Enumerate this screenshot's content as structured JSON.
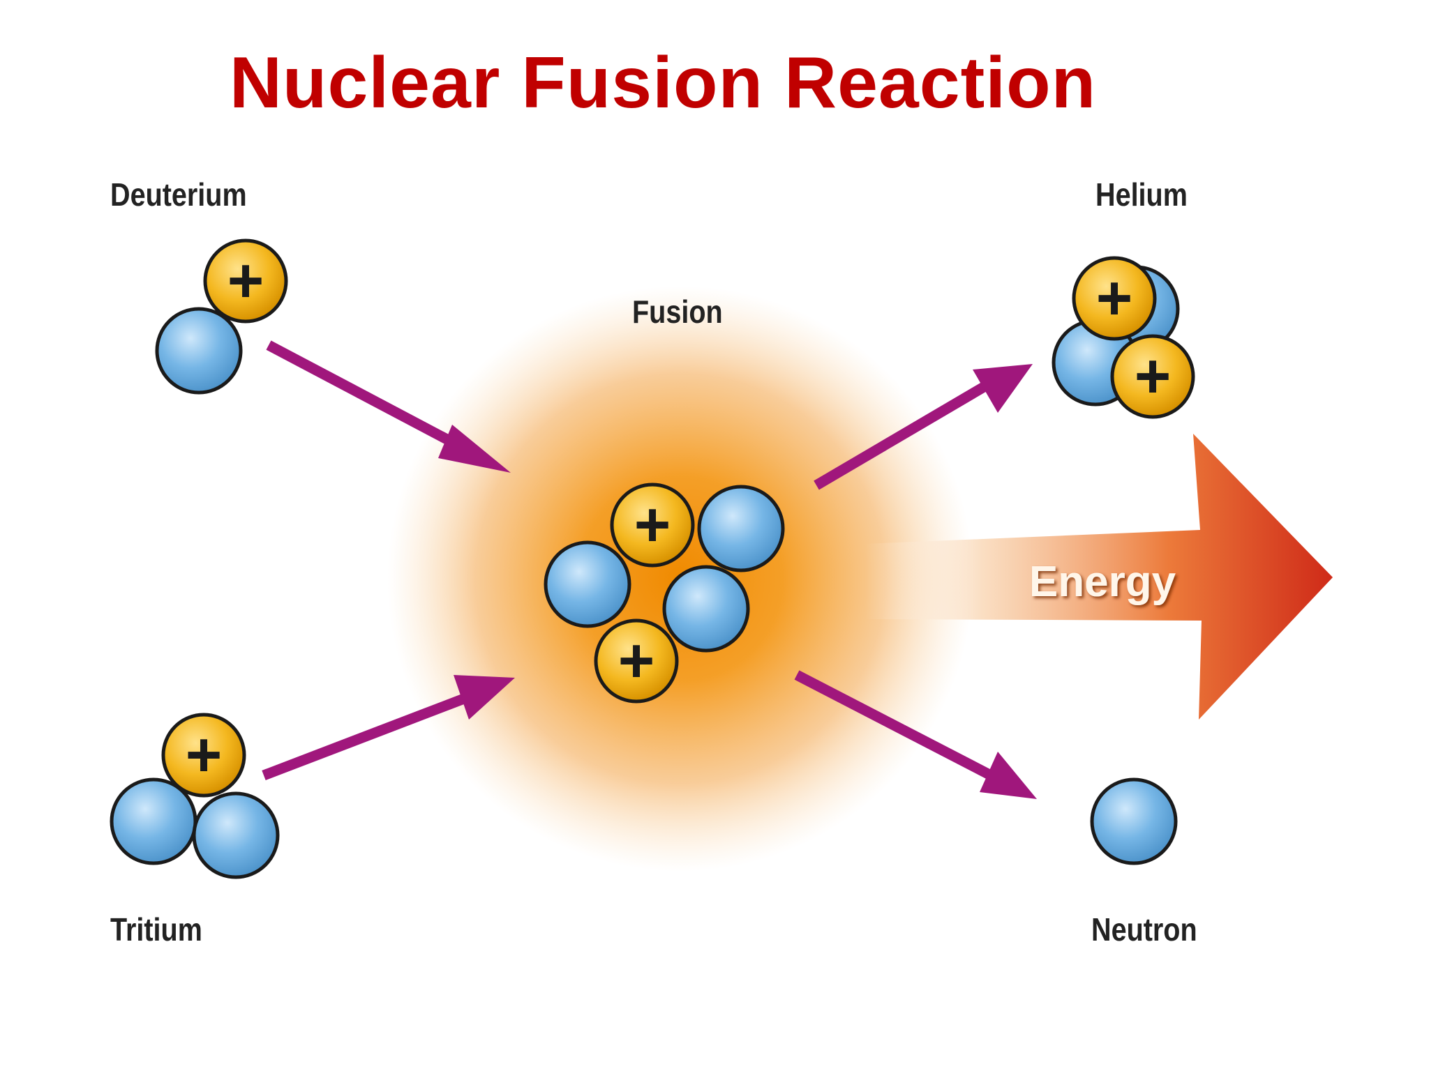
{
  "title": "Nuclear Fusion Reaction",
  "labels": {
    "deuterium": "Deuterium",
    "tritium": "Tritium",
    "fusion": "Fusion",
    "helium": "Helium",
    "neutron": "Neutron",
    "energy": "Energy"
  },
  "symbols": {
    "proton": "+"
  },
  "colors": {
    "title": "#c00000",
    "arrow": "#a0177c",
    "proton": "#f2b400",
    "neutron": "#6aaee0",
    "fusion_glow": "#f39a1e",
    "energy_arrow": "#e0501e",
    "outline": "#1a1a1a"
  }
}
